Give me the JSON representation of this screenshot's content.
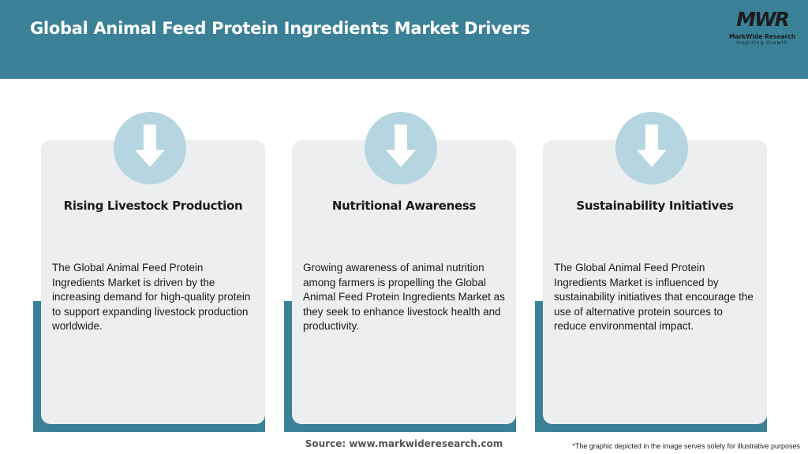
{
  "header": {
    "title": "Global Animal Feed Protein Ingredients Market Drivers",
    "background": "#3a8198"
  },
  "logo": {
    "mark": "MWR",
    "name": "MarkWide Research",
    "tagline": "Inspiring Growth"
  },
  "cards": [
    {
      "icon": "down-arrow-icon",
      "title": "Rising Livestock Production",
      "body": "The Global Animal Feed Protein Ingredients Market is driven by the increasing demand for high-quality protein to support expanding livestock production worldwide."
    },
    {
      "icon": "down-arrow-icon",
      "title": "Nutritional Awareness",
      "body": "Growing awareness of animal nutrition among farmers is propelling the Global Animal Feed Protein Ingredients Market as they seek to enhance livestock health and productivity."
    },
    {
      "icon": "down-arrow-icon",
      "title": "Sustainability Initiatives",
      "body": "The Global Animal Feed Protein Ingredients Market is influenced by sustainability initiatives that encourage the use of alternative protein sources to reduce environmental impact."
    }
  ],
  "footer": {
    "source": "Source: www.markwideresearch.com",
    "disclaimer": "*The graphic depicted in the image serves solely for illustrative purposes"
  },
  "colors": {
    "accent": "#3a8198",
    "card": "#eceeef",
    "icon_circle": "#b5d6e0"
  }
}
